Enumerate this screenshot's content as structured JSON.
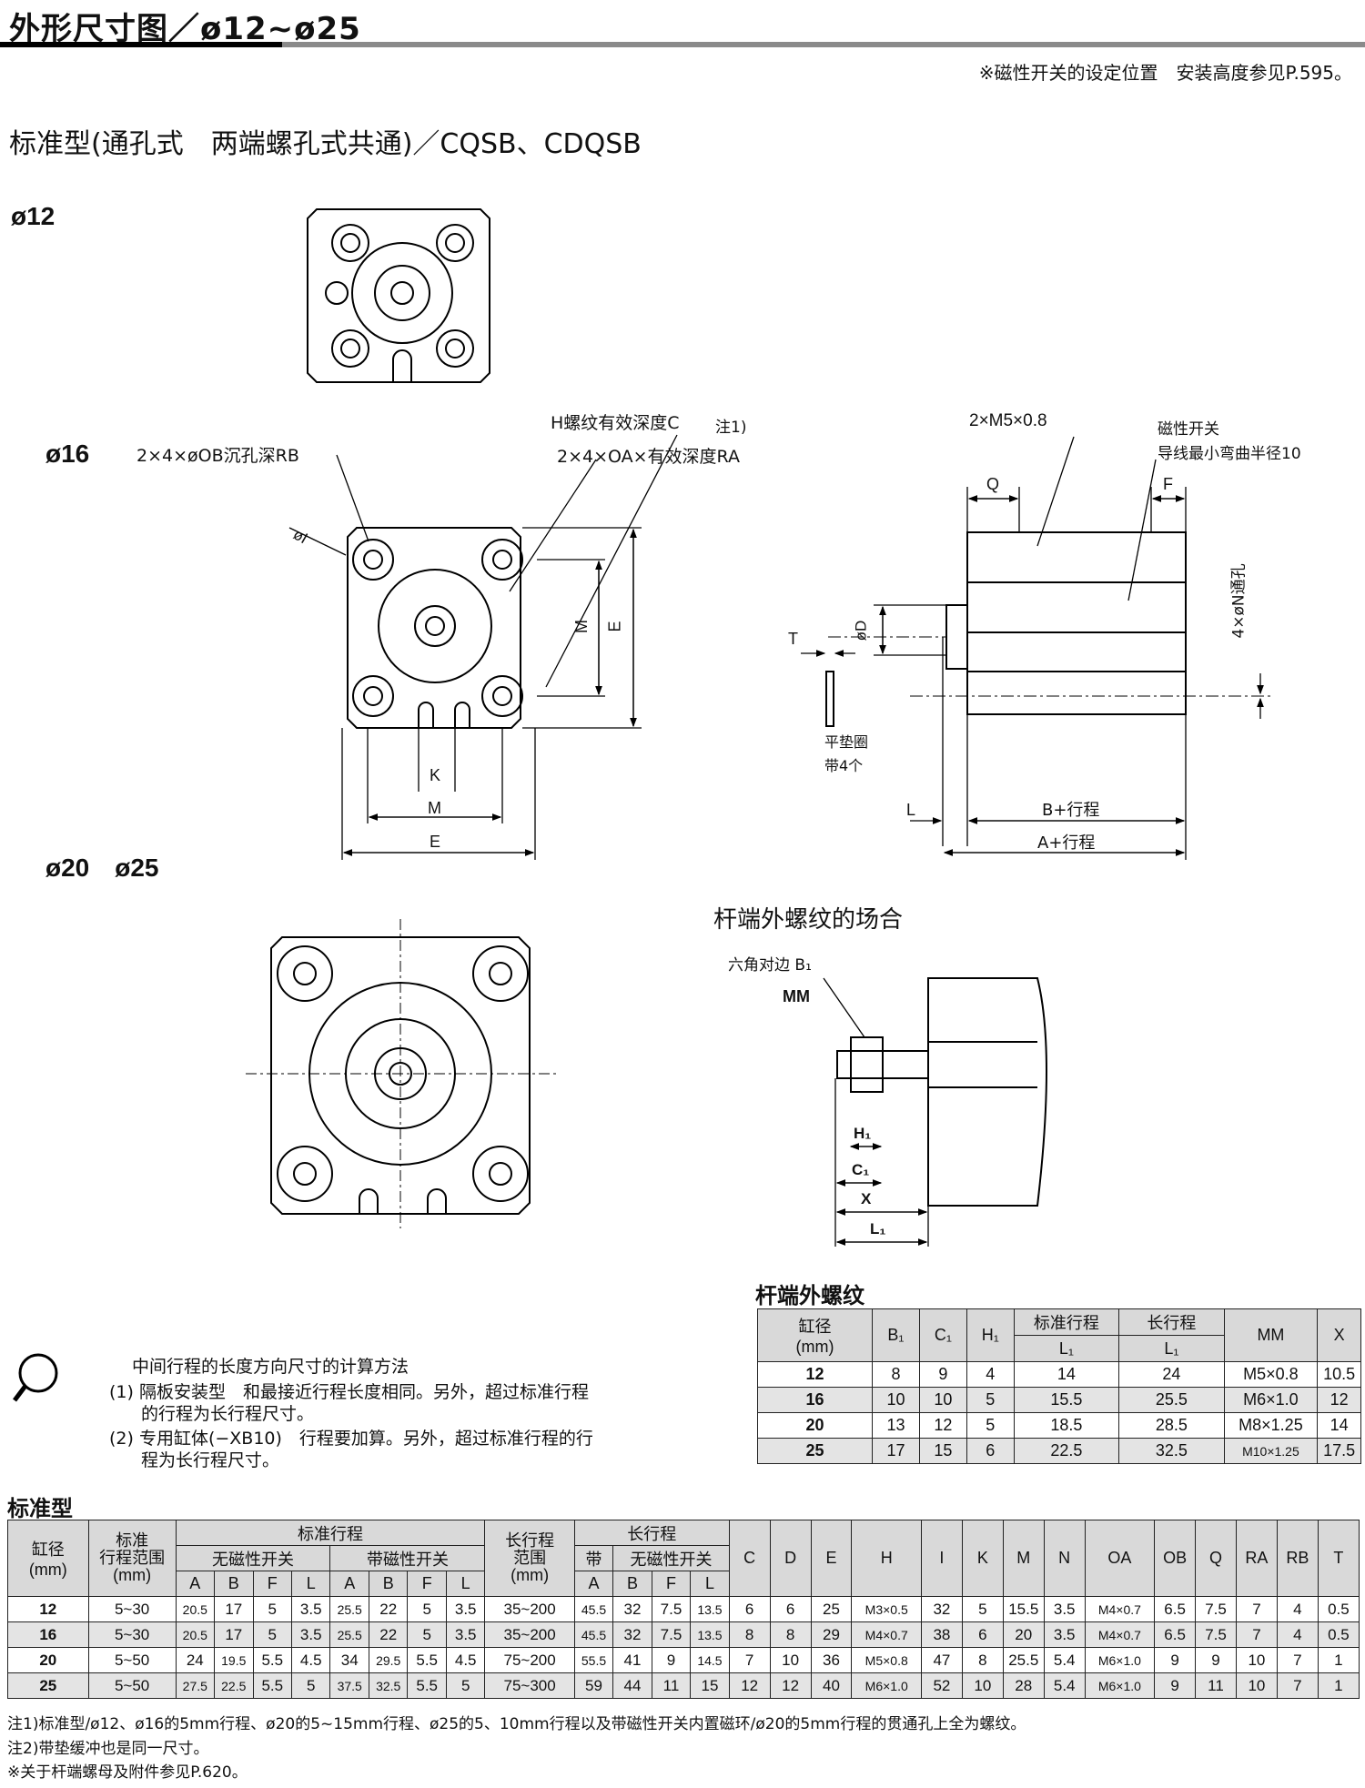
{
  "header": {
    "title": "外形尺寸图／ø12~ø25",
    "switch_note": "※磁性开关的设定位置　安装高度参见P.595。"
  },
  "section": {
    "title": "标准型(通孔式　两端螺孔式共通)／CQSB、CDQSB"
  },
  "drawings": {
    "bore12_label": "ø12",
    "bore16_label": "ø16",
    "bore2025_label": "ø20　ø25",
    "callout_ob": "2×4×øOB沉孔深RB",
    "callout_h": "H螺纹有效深度C",
    "callout_note1": "注1)",
    "callout_oa": "2×4×OA×有效深度RA",
    "callout_m5": "2×M5×0.8",
    "callout_switch1": "磁性开关",
    "callout_switch2": "导线最小弯曲半径10",
    "label_q": "Q",
    "label_f": "F",
    "label_t": "T",
    "label_d": "øD",
    "label_n": "4×øN通孔",
    "washer1": "平垫圈",
    "washer2": "带4个",
    "label_l": "L",
    "label_b_stroke": "B+行程",
    "label_a_stroke": "A+行程",
    "label_k": "K",
    "label_m": "M",
    "label_e": "E",
    "label_i": "øI",
    "rod_title": "杆端外螺纹的场合",
    "rod_b1": "六角对边 B₁",
    "rod_mm": "MM",
    "rod_h1": "H₁",
    "rod_c1": "C₁",
    "rod_x": "X",
    "rod_l1": "L₁"
  },
  "calc_note": {
    "title": "中间行程的长度方向尺寸的计算方法",
    "item1a": "(1) 隔板安装型　和最接近行程长度相同。另外，超过标准行程",
    "item1b": "的行程为长行程尺寸。",
    "item2a": "(2) 专用缸体(−XB10)　行程要加算。另外，超过标准行程的行",
    "item2b": "程为长行程尺寸。"
  },
  "rod_table": {
    "title": "杆端外螺纹",
    "headers": {
      "bore": "缸径\n(mm)",
      "b1": "B₁",
      "c1": "C₁",
      "h1": "H₁",
      "std": "标准行程",
      "long": "长行程",
      "l1": "L₁",
      "mm": "MM",
      "x": "X"
    },
    "rows": [
      [
        "12",
        "8",
        "9",
        "4",
        "14",
        "24",
        "M5×0.8",
        "10.5"
      ],
      [
        "16",
        "10",
        "10",
        "5",
        "15.5",
        "25.5",
        "M6×1.0",
        "12"
      ],
      [
        "20",
        "13",
        "12",
        "5",
        "18.5",
        "28.5",
        "M8×1.25",
        "14"
      ],
      [
        "25",
        "17",
        "15",
        "6",
        "22.5",
        "32.5",
        "M10×1.25",
        "17.5"
      ]
    ]
  },
  "main_table": {
    "title": "标准型",
    "headers": {
      "bore": "缸径\n(mm)",
      "range": "标准\n行程范围\n(mm)",
      "std_stroke": "标准行程",
      "no_switch": "无磁性开关",
      "with_switch": "带磁性开关",
      "long_range": "长行程\n范围\n(mm)",
      "long_stroke": "长行程",
      "long_with": "带",
      "long_no": "无磁性开关",
      "sub": [
        "A",
        "B",
        "F",
        "L"
      ],
      "cols": [
        "C",
        "D",
        "E",
        "H",
        "I",
        "K",
        "M",
        "N",
        "OA",
        "OB",
        "Q",
        "RA",
        "RB",
        "T"
      ]
    },
    "rows": [
      [
        "12",
        "5~30",
        "20.5",
        "17",
        "5",
        "3.5",
        "25.5",
        "22",
        "5",
        "3.5",
        "35~200",
        "45.5",
        "32",
        "7.5",
        "13.5",
        "6",
        "6",
        "25",
        "M3×0.5",
        "32",
        "5",
        "15.5",
        "3.5",
        "M4×0.7",
        "6.5",
        "7.5",
        "7",
        "4",
        "0.5"
      ],
      [
        "16",
        "5~30",
        "20.5",
        "17",
        "5",
        "3.5",
        "25.5",
        "22",
        "5",
        "3.5",
        "35~200",
        "45.5",
        "32",
        "7.5",
        "13.5",
        "8",
        "8",
        "29",
        "M4×0.7",
        "38",
        "6",
        "20",
        "3.5",
        "M4×0.7",
        "6.5",
        "7.5",
        "7",
        "4",
        "0.5"
      ],
      [
        "20",
        "5~50",
        "24",
        "19.5",
        "5.5",
        "4.5",
        "34",
        "29.5",
        "5.5",
        "4.5",
        "75~200",
        "55.5",
        "41",
        "9",
        "14.5",
        "7",
        "10",
        "36",
        "M5×0.8",
        "47",
        "8",
        "25.5",
        "5.4",
        "M6×1.0",
        "9",
        "9",
        "10",
        "7",
        "1"
      ],
      [
        "25",
        "5~50",
        "27.5",
        "22.5",
        "5.5",
        "5",
        "37.5",
        "32.5",
        "5.5",
        "5",
        "75~300",
        "59",
        "44",
        "11",
        "15",
        "12",
        "12",
        "40",
        "M6×1.0",
        "52",
        "10",
        "28",
        "5.4",
        "M6×1.0",
        "9",
        "11",
        "10",
        "7",
        "1"
      ]
    ]
  },
  "footnotes": {
    "n1": "注1)标准型/ø12、ø16的5mm行程、ø20的5~15mm行程、ø25的5、10mm行程以及带磁性开关内置磁环/ø20的5mm行程的贯通孔上全为螺纹。",
    "n2": "注2)带垫缓冲也是同一尺寸。",
    "n3": "※关于杆端螺母及附件参见P.620。"
  }
}
